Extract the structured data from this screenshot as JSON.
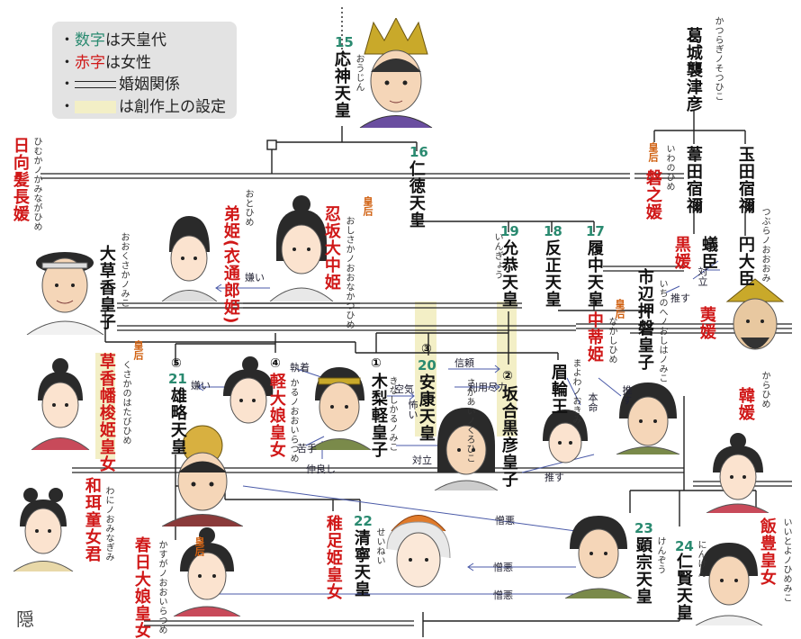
{
  "legend": {
    "row1_num": "数字",
    "row1_rest": "は天皇代",
    "row2_red": "赤字",
    "row2_rest": "は女性",
    "row3": "婚姻関係",
    "row4": "は創作上の設定"
  },
  "badge": "皇后",
  "people": {
    "ojin": {
      "num": "15",
      "name": "応神天皇",
      "ruby": "おうじん"
    },
    "nintoku": {
      "num": "16",
      "name": "仁徳天皇"
    },
    "katsuragi": {
      "name": "葛城襲津彦",
      "ruby": "かつらぎノそつひこ"
    },
    "iwanohime": {
      "name": "磐之媛",
      "ruby": "いわのひめ"
    },
    "ashita": {
      "name": "葦田宿禰"
    },
    "tamada": {
      "name": "玉田宿禰"
    },
    "himuka": {
      "name": "日向髪長媛",
      "ruby": "ひむかノかみながひめ"
    },
    "otohime": {
      "name": "弟姫(衣通郎姫)",
      "ruby": "おとひめ"
    },
    "osaka": {
      "name": "忍坂大中姫",
      "ruby": "おしさかノおおなかつひめ"
    },
    "ingyo": {
      "num": "19",
      "name": "允恭天皇",
      "ruby": "いんぎょう"
    },
    "hanzei": {
      "num": "18",
      "name": "反正天皇"
    },
    "richu": {
      "num": "17",
      "name": "履中天皇"
    },
    "kurohime": {
      "name": "黒媛"
    },
    "ari": {
      "name": "蟻臣"
    },
    "tsubura": {
      "name": "円大臣",
      "ruby": "つぶらノおおおみ"
    },
    "kusaka": {
      "name": "大草香皇子",
      "ruby": "おおくさかノみこ"
    },
    "ichinobe": {
      "name": "市辺押磐皇子",
      "ruby": "いちのへノおしはノみこ"
    },
    "haehime": {
      "name": "荑媛"
    },
    "nakashi": {
      "name": "中蒂姫",
      "ruby": "なかしひめ"
    },
    "kusakahata": {
      "name": "草香幡梭姫皇女",
      "ruby": "くさかのはたびひめ"
    },
    "yuryaku": {
      "num": "21",
      "circ": "⑤",
      "name": "雄略天皇"
    },
    "karu_o": {
      "num": "④",
      "name": "軽大娘皇女",
      "ruby": "かるノおおいらつめ"
    },
    "kinashi": {
      "num": "①",
      "name": "木梨軽皇子",
      "ruby": "きなしかるノみこ"
    },
    "anko": {
      "num": "20",
      "circ": "③",
      "name": "安康天皇"
    },
    "sakai": {
      "num": "②",
      "name": "坂合黒彦皇子",
      "ruby": "さかあいノくろひこ"
    },
    "mayowa": {
      "name": "眉輪王",
      "ruby": "まよわノおきみ"
    },
    "karahime": {
      "name": "韓媛",
      "ruby": "からひめ"
    },
    "wani": {
      "name": "和珥童女君",
      "ruby": "わにノおみなぎみ"
    },
    "kasuga": {
      "name": "春日大娘皇女",
      "ruby": "かすがノおおいらつめ"
    },
    "wakatarashi": {
      "name": "稚足姫皇女"
    },
    "seinei": {
      "num": "22",
      "name": "清寧天皇",
      "ruby": "せいねい"
    },
    "kenzo": {
      "num": "23",
      "name": "顕宗天皇",
      "ruby": "けんぞう"
    },
    "ninken": {
      "num": "24",
      "name": "仁賢天皇",
      "ruby": "にんけん"
    },
    "iitoyo": {
      "name": "飯豊皇女",
      "ruby": "いいとよノひめみこ"
    }
  },
  "relations": {
    "kirai1": "嫌い",
    "kirai2": "嫌い",
    "taritsu1": "対立",
    "taritsu2": "対立",
    "osu1": "推す",
    "osu2": "推す",
    "osu3": "推す",
    "shitsuchaku": "執着",
    "shinrai": "信頼",
    "kuki": "空気",
    "kowai": "怖い",
    "riyo": "利用尽力",
    "nigate": "苦手",
    "nakayoshi": "仲良し",
    "honmei": "本命",
    "zouo1": "憎悪",
    "zouo2": "憎悪",
    "zouo3": "憎悪"
  },
  "watermark": "隠"
}
